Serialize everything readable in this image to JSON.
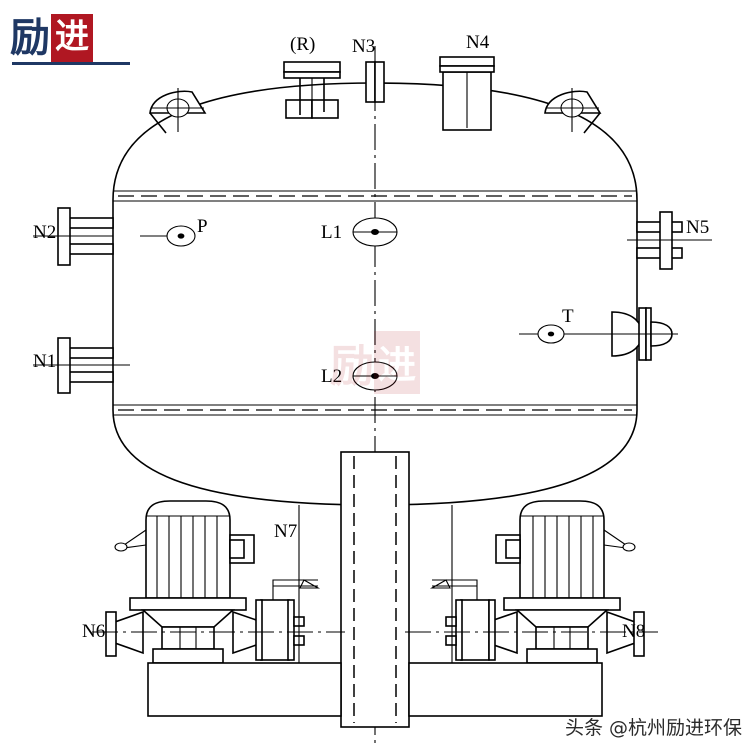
{
  "document": {
    "type": "engineering-drawing",
    "subject": "pressure-vessel-with-twin-vertical-pumps",
    "view": "front-elevation"
  },
  "brand": {
    "logo_char_1": "励",
    "logo_char_2": "进",
    "logo_color_blue": "#1f3864",
    "logo_color_red": "#b01722"
  },
  "attribution": {
    "text": "头条 @杭州励进环保"
  },
  "watermark": {
    "char_1": "励",
    "char_2": "进"
  },
  "nozzles": {
    "top": [
      {
        "tag": "(R)",
        "name": "relief-nozzle"
      },
      {
        "tag": "N3",
        "name": "vent-nozzle"
      },
      {
        "tag": "N4",
        "name": "manhole-nozzle"
      }
    ],
    "left": [
      {
        "tag": "N2",
        "name": "upper-left-nozzle"
      },
      {
        "tag": "N1",
        "name": "lower-left-nozzle"
      }
    ],
    "right": [
      {
        "tag": "N5",
        "name": "upper-right-nozzle"
      }
    ],
    "bottom": [
      {
        "tag": "N6",
        "name": "left-pump-inlet"
      },
      {
        "tag": "N7",
        "name": "centre-drain-nozzle"
      },
      {
        "tag": "N8",
        "name": "right-pump-outlet"
      }
    ]
  },
  "instruments": [
    {
      "tag": "P",
      "name": "pressure-instrument"
    },
    {
      "tag": "T",
      "name": "temperature-instrument"
    },
    {
      "tag": "L1",
      "name": "level-instrument-upper"
    },
    {
      "tag": "L2",
      "name": "level-instrument-lower"
    }
  ],
  "colors": {
    "line": "#000000",
    "background": "#ffffff"
  }
}
